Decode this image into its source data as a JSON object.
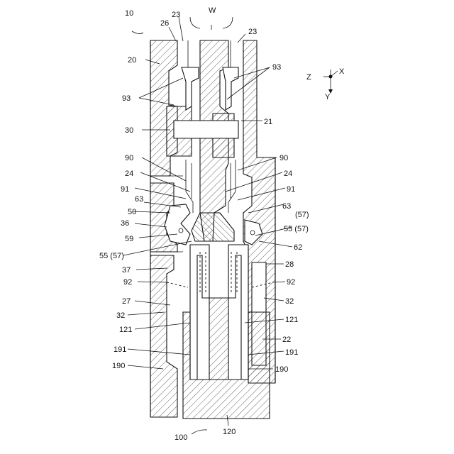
{
  "figure": {
    "labels": [
      {
        "id": "l10",
        "text": "10"
      },
      {
        "id": "l26",
        "text": "26"
      },
      {
        "id": "l23a",
        "text": "23"
      },
      {
        "id": "lW",
        "text": "W"
      },
      {
        "id": "l23b",
        "text": "23"
      },
      {
        "id": "l20",
        "text": "20"
      },
      {
        "id": "l93a",
        "text": "93"
      },
      {
        "id": "l93b",
        "text": "93"
      },
      {
        "id": "l30",
        "text": "30"
      },
      {
        "id": "l21",
        "text": "21"
      },
      {
        "id": "l90a",
        "text": "90"
      },
      {
        "id": "l90b",
        "text": "90"
      },
      {
        "id": "l24a",
        "text": "24"
      },
      {
        "id": "l24b",
        "text": "24"
      },
      {
        "id": "l91a",
        "text": "91"
      },
      {
        "id": "l91b",
        "text": "91"
      },
      {
        "id": "l63a",
        "text": "63"
      },
      {
        "id": "l63b",
        "text": "63"
      },
      {
        "id": "l50",
        "text": "50"
      },
      {
        "id": "l57a",
        "text": "(57)"
      },
      {
        "id": "l36",
        "text": "36"
      },
      {
        "id": "l55b",
        "text": "55 (57)"
      },
      {
        "id": "l59",
        "text": "59"
      },
      {
        "id": "l55a",
        "text": "55 (57)"
      },
      {
        "id": "l62",
        "text": "62"
      },
      {
        "id": "l37",
        "text": "37"
      },
      {
        "id": "l28",
        "text": "28"
      },
      {
        "id": "l92a",
        "text": "92"
      },
      {
        "id": "l92b",
        "text": "92"
      },
      {
        "id": "l27",
        "text": "27"
      },
      {
        "id": "l32a",
        "text": "32"
      },
      {
        "id": "l32b",
        "text": "32"
      },
      {
        "id": "l121a",
        "text": "121"
      },
      {
        "id": "l121b",
        "text": "121"
      },
      {
        "id": "l191a",
        "text": "191"
      },
      {
        "id": "l22",
        "text": "22"
      },
      {
        "id": "l190a",
        "text": "190"
      },
      {
        "id": "l190b",
        "text": "190"
      },
      {
        "id": "l191b",
        "text": "191"
      },
      {
        "id": "l100",
        "text": "100"
      },
      {
        "id": "l120",
        "text": "120"
      }
    ],
    "axes": {
      "z": "Z",
      "x": "X",
      "y": "Y"
    }
  }
}
